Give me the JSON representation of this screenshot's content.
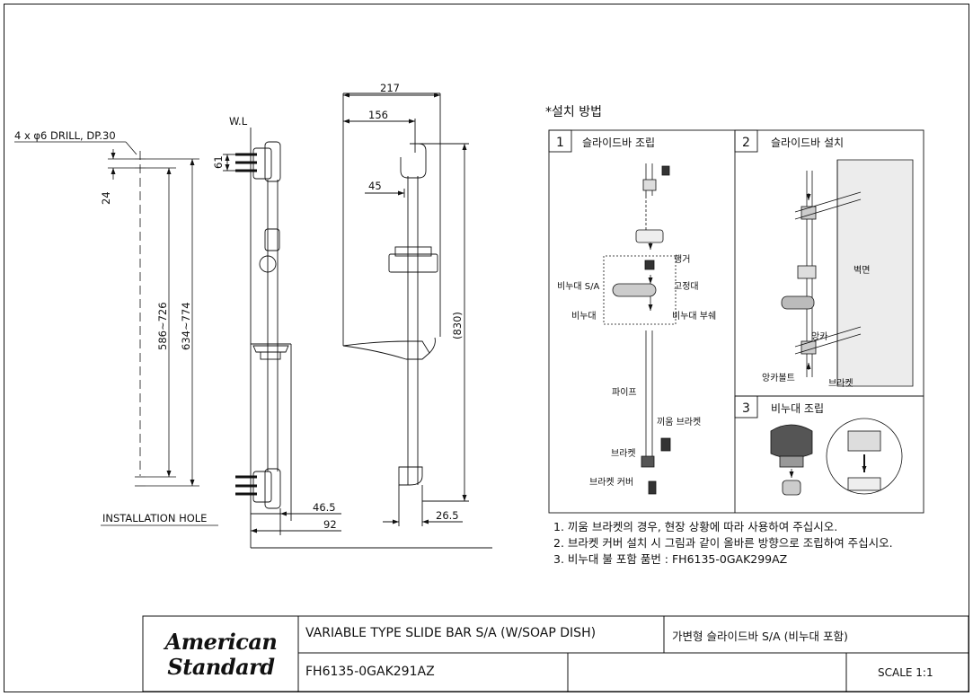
{
  "drawing": {
    "left_view": {
      "drill_note": "4 x φ6 DRILL, DP.30",
      "dim_24": "24",
      "dim_586_726": "586~726",
      "dim_634_774": "634~774",
      "installation_hole": "INSTALLATION HOLE"
    },
    "front_view": {
      "wl_label": "W.L",
      "dim_61": "61",
      "dim_46_5": "46.5",
      "dim_92": "92"
    },
    "side_view": {
      "dim_217": "217",
      "dim_156": "156",
      "dim_45": "45",
      "dim_830": "(830)",
      "dim_26_5": "26.5"
    },
    "install": {
      "title": "*설치 방법",
      "step1": {
        "num": "1",
        "title": "슬라이드바 조립"
      },
      "step2": {
        "num": "2",
        "title": "슬라이드바 설치"
      },
      "step3": {
        "num": "3",
        "title": "비누대 조립"
      },
      "labels": {
        "hanger": "행거",
        "fixing": "고정대",
        "soapdish_sa": "비누대 S/A",
        "soapdish": "비누대",
        "soapdish_part": "비누대 부쉐",
        "pipe": "파이프",
        "insert_bracket": "끼움 브라켓",
        "bracket": "브라켓",
        "bracket_cover": "브라켓 커버",
        "wall": "벽면",
        "anchor": "앙카",
        "anchor_bolt": "앙카볼트",
        "bracket2": "브라켓"
      },
      "notes": [
        "1. 끼움 브라켓의 경우, 현장 상황에 따라 사용하여 주십시오.",
        "2. 브라켓 커버 설치 시 그림과 같이 올바른 방향으로 조립하여 주십시오.",
        "3. 비누대 불 포함 품번 : FH6135-0GAK299AZ"
      ]
    }
  },
  "title_block": {
    "brand_line1": "American",
    "brand_line2": "Standard",
    "title_en": "VARIABLE TYPE SLIDE BAR S/A (W/SOAP DISH)",
    "title_kr": "가변형 슬라이드바 S/A (비누대 포함)",
    "model": "FH6135-0GAK291AZ",
    "scale": "SCALE 1:1"
  }
}
